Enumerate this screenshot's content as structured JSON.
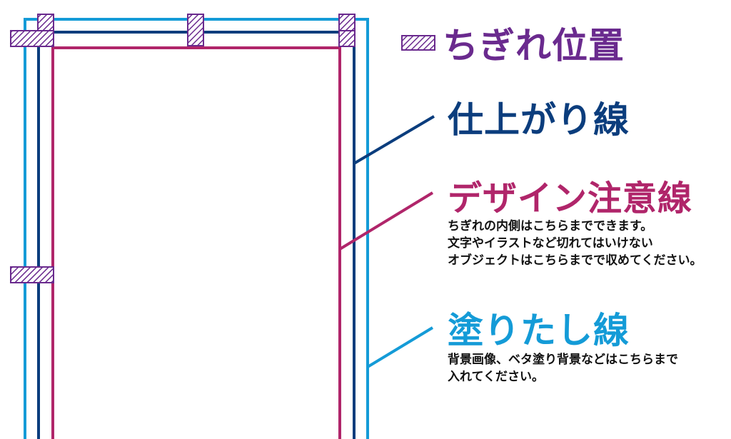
{
  "colors": {
    "tear": "#6a2a8e",
    "trim": "#0b3d7d",
    "safety": "#b0256a",
    "bleed": "#149bd7",
    "text": "#111111"
  },
  "legend": {
    "tear_label": "ちぎれ位置",
    "trim_label": "仕上がり線",
    "safety_label": "デザイン注意線",
    "safety_desc": [
      "ちぎれの内側はこちらまでできます。",
      "文字やイラストなど切れてはいけない",
      "オブジェクトはこちらまでで収めてください。"
    ],
    "bleed_label": "塗りたし線",
    "bleed_desc": [
      "背景画像、ベタ塗り背景などはこちらまで",
      "入れてください。"
    ]
  }
}
